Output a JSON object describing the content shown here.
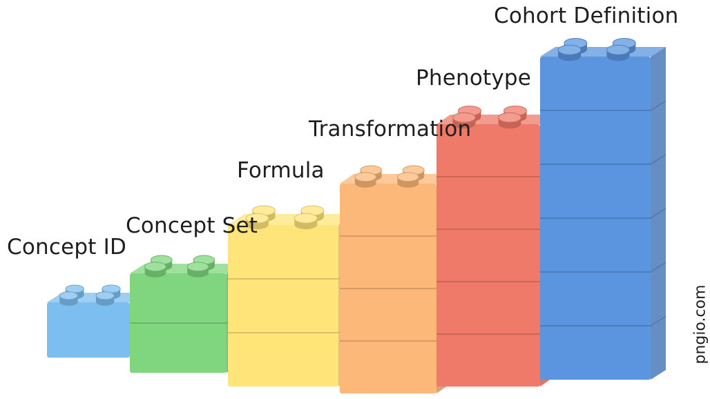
{
  "levels": [
    {
      "label": "Concept ID",
      "units": 1,
      "color": "#7dbef0"
    },
    {
      "label": "Concept Set",
      "units": 2,
      "color": "#7fd67f"
    },
    {
      "label": "Formula",
      "units": 3,
      "color": "#ffe47a"
    },
    {
      "label": "Transformation",
      "units": 4,
      "color": "#fbb878"
    },
    {
      "label": "Phenotype",
      "units": 5,
      "color": "#f07a6a"
    },
    {
      "label": "Cohort Definition",
      "units": 6,
      "color": "#5b95e0"
    }
  ],
  "watermark": "pngio.com"
}
